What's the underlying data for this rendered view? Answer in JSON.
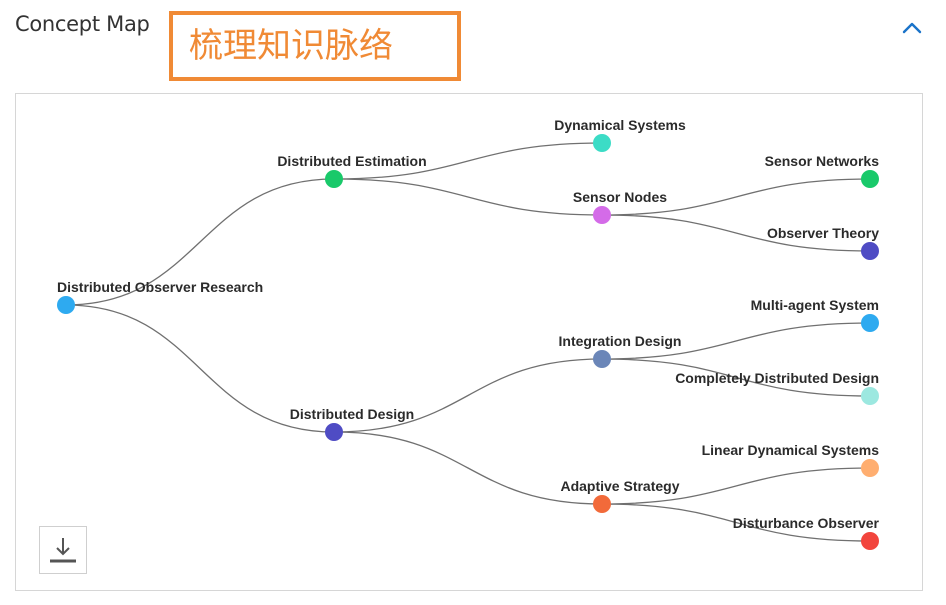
{
  "section": {
    "title": "Concept Map",
    "annotation": "梳理知识脉络"
  },
  "icons": {
    "collapse": "chevron-up-icon",
    "download": "download-icon"
  },
  "colors": {
    "annotation": "#f08a35",
    "accent": "#1a73c9"
  },
  "concept_map": {
    "root": "Distributed Observer Research",
    "nodes": [
      {
        "id": "root",
        "label": "Distributed Observer Research",
        "color": "#2eaaf0"
      },
      {
        "id": "est",
        "label": "Distributed Estimation",
        "color": "#19c96a",
        "parent": "root"
      },
      {
        "id": "design",
        "label": "Distributed Design",
        "color": "#4f4cc4",
        "parent": "root"
      },
      {
        "id": "dyn",
        "label": "Dynamical Systems",
        "color": "#3cdcc6",
        "parent": "est"
      },
      {
        "id": "sensor",
        "label": "Sensor Nodes",
        "color": "#d46be8",
        "parent": "est"
      },
      {
        "id": "integ",
        "label": "Integration Design",
        "color": "#6b86b8",
        "parent": "design"
      },
      {
        "id": "adapt",
        "label": "Adaptive Strategy",
        "color": "#f26a3a",
        "parent": "design"
      },
      {
        "id": "snet",
        "label": "Sensor Networks",
        "color": "#19c96a",
        "parent": "sensor"
      },
      {
        "id": "obs",
        "label": "Observer Theory",
        "color": "#4f4cc4",
        "parent": "sensor"
      },
      {
        "id": "mas",
        "label": "Multi-agent System",
        "color": "#2eaaf0",
        "parent": "integ"
      },
      {
        "id": "cdd",
        "label": "Completely Distributed Design",
        "color": "#9ce8e0",
        "parent": "integ"
      },
      {
        "id": "lds",
        "label": "Linear Dynamical Systems",
        "color": "#ffae70",
        "parent": "adapt"
      },
      {
        "id": "dob",
        "label": "Disturbance Observer",
        "color": "#f2453d",
        "parent": "adapt"
      }
    ]
  }
}
